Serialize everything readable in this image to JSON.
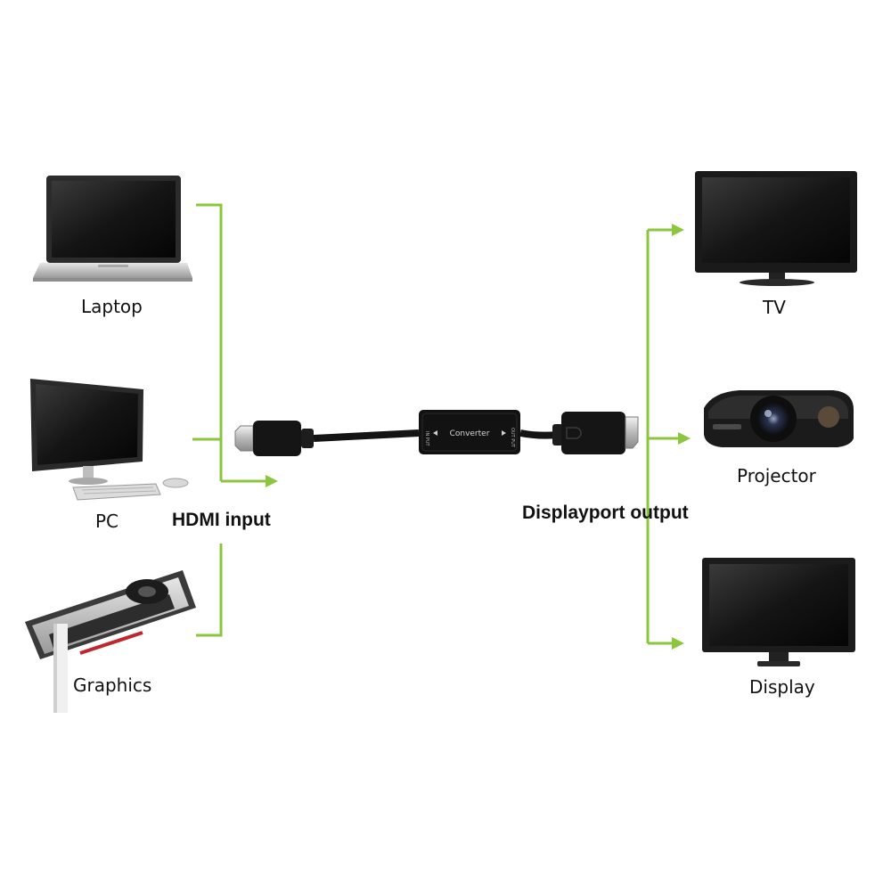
{
  "colors": {
    "connector_line": "#8cc63f",
    "device_dark": "#1a1a1a",
    "device_silver": "#c9c9c9",
    "gpu_accent": "#c0262c"
  },
  "sources": [
    {
      "label": "Laptop",
      "icon": "laptop-icon"
    },
    {
      "label": "PC",
      "icon": "desktop-pc-icon"
    },
    {
      "label": "Graphics",
      "icon": "graphics-card-icon"
    }
  ],
  "outputs": [
    {
      "label": "TV",
      "icon": "tv-icon"
    },
    {
      "label": "Projector",
      "icon": "projector-icon"
    },
    {
      "label": "Display",
      "icon": "monitor-display-icon"
    }
  ],
  "input_label": "HDMI input",
  "output_label": "Displayport output",
  "converter": {
    "label": "Converter",
    "in_port": "IN PUT",
    "out_port": "OUT PUT"
  }
}
